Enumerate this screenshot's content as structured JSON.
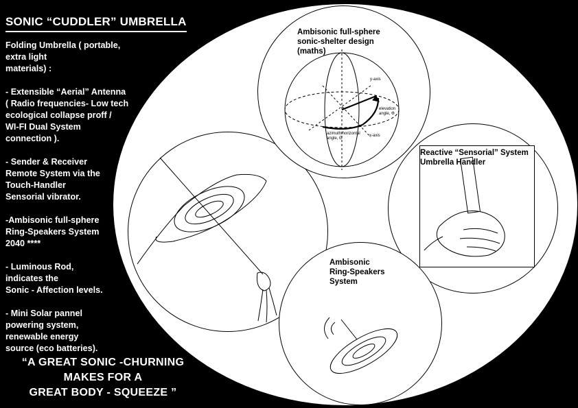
{
  "title": "SONIC “CUDDLER” UMBRELLA",
  "description": [
    "Folding Umbrella ( portable, extra light\nmaterials) :",
    "- Extensible “Aerial” Antenna\n( Radio frequencies- Low tech\necological collapse proff /\nWI-FI  Dual System\nconnection ).",
    "- Sender & Receiver\nRemote System via the\nTouch-Handler\nSensorial vibrator.",
    "-Ambisonic full-sphere\nRing-Speakers System\n2040 ****",
    "- Luminous Rod,\nindicates the\nSonic - Affection levels.",
    "- Mini Solar pannel\npowering system,\nrenewable energy\nsource (eco batteries)."
  ],
  "quote": "“A GREAT SONIC -CHURNING\nMAKES FOR A\nGREAT BODY - SQUEEZE ”",
  "circles": {
    "sphere": {
      "label": "Ambisonic full-sphere\nsonic-shelter design\n(maths)",
      "axis_labels": {
        "x": "x-axis",
        "y": "y-axis",
        "elevation": "elevation\nangle, Φ",
        "azimuth": "azimuth/horizontal\nangle, Θ"
      }
    },
    "handler": {
      "label": "Reactive “Sensorial” System\nUmbrella Handler"
    },
    "speakers": {
      "label": "Ambisonic\nRing-Speakers\nSystem"
    }
  }
}
